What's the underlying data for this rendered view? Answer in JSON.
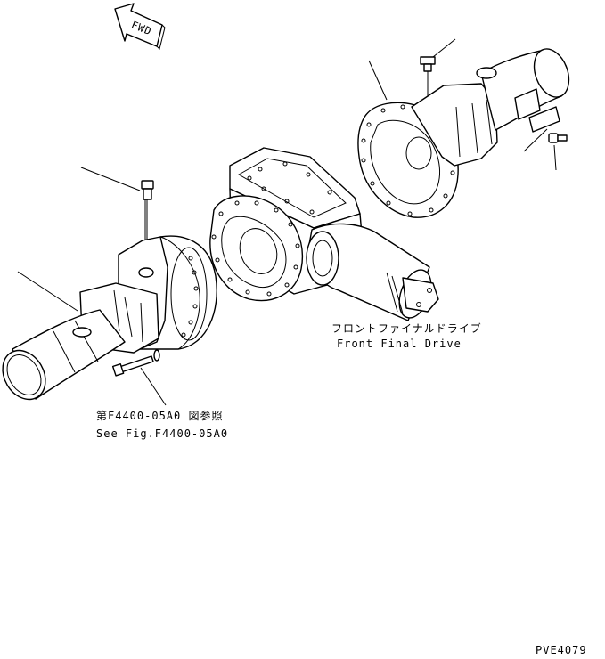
{
  "fwd_label": "FWD",
  "front_final_drive": {
    "jp": "フロントファイナルドライブ",
    "en": "Front Final Drive"
  },
  "see_fig": {
    "jp": "第F4400-05A0 図参照",
    "en": "See Fig.F4400-05A0"
  },
  "drawing_number": "PVE4079"
}
